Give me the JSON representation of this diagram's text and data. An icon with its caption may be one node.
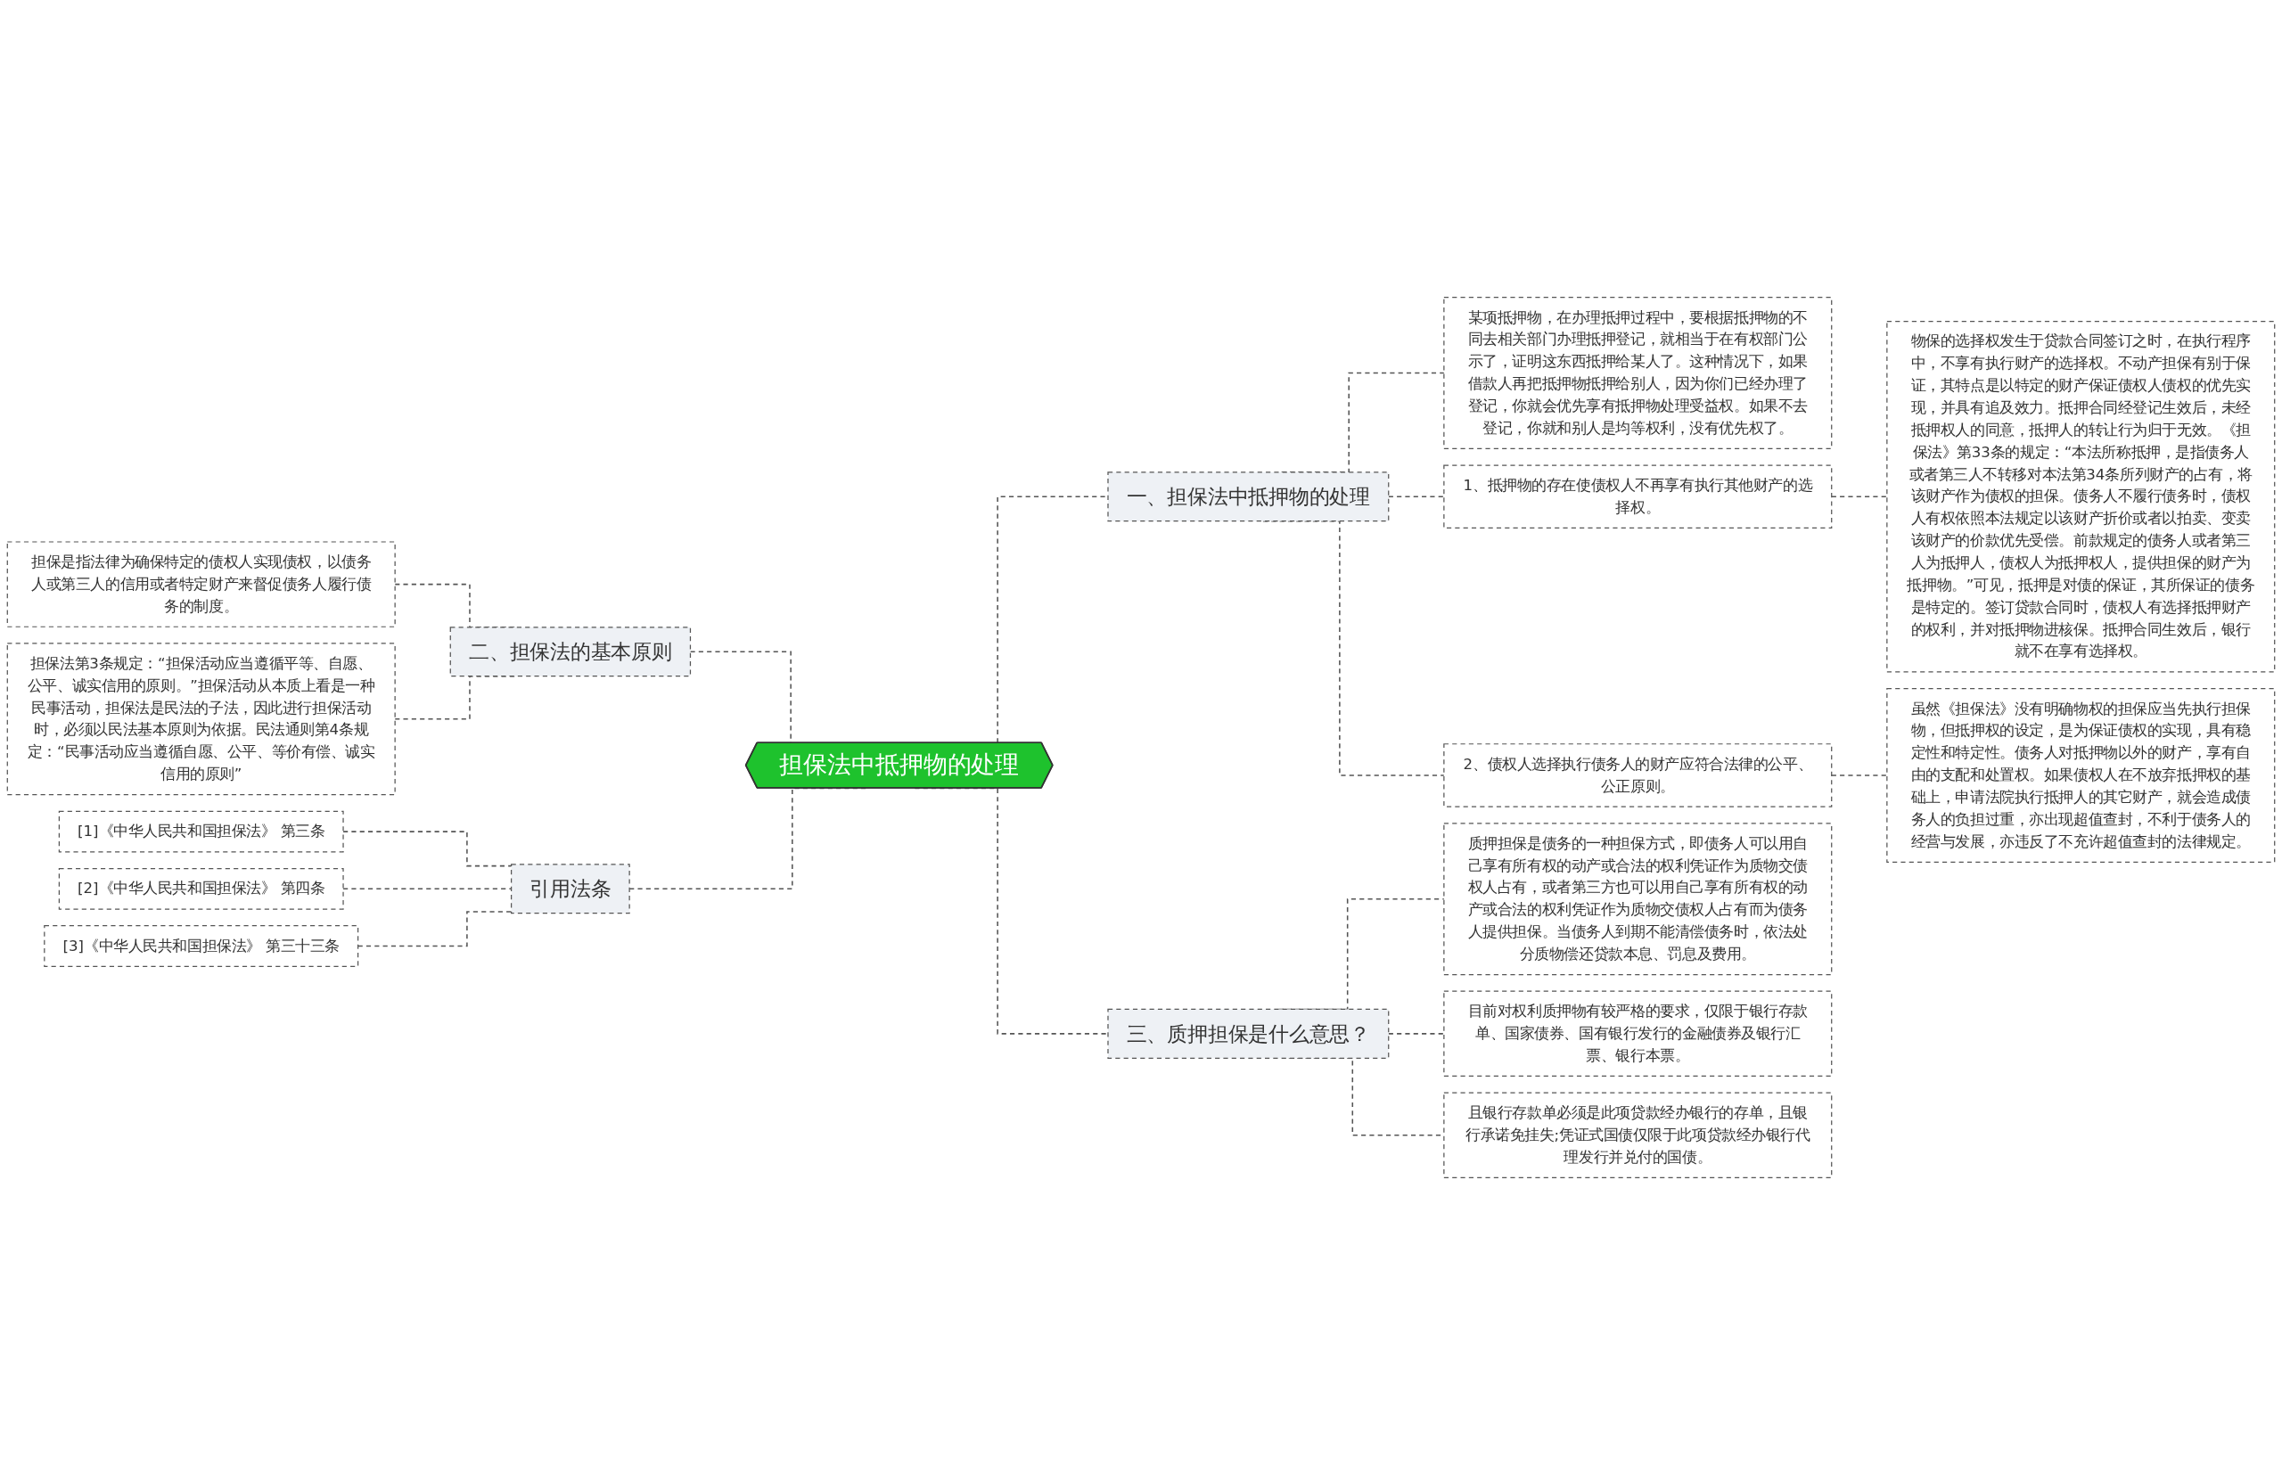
{
  "diagram": {
    "nodes": [
      {
        "text": [
          "担保法中抵押物的处理"
        ]
      },
      {
        "text": [
          "一、担保法中抵押物的处理"
        ]
      },
      {
        "text": [
          "某项抵押物，在办理抵押过程中，要根据抵押物的不同去相关部门办理抵押登记，就相当于在有权部门公示了，证明这东西抵押给某人了。这种情况下，如果借款人再把抵押物抵押给别人，因为你们已经办理了登记，你就会优先享有抵押物处理受益权。如果不去登记，你就和别人是均等权利，没有优先权了。"
        ]
      },
      {
        "text": [
          "1、抵押物的存在使债权人不再享有执行其他财产的选择权。"
        ]
      },
      {
        "text": [
          "物保的选择权发生于贷款合同签订之时，在执行程序中，不享有执行财产的选择权。不动产担保有别于保证，其特点是以特定的财产保证债权人债权的优先实现，并具有追及效力。抵押合同经登记生效后，未经抵押权人的同意，抵押人的转让行为归于无效。《担保法》第33条的规定：“本法所称抵押，是指债务人或者第三人不转移对本法第34条所列财产的占有，将该财产作为债权的担保。债务人不履行债务时，债权人有权依照本法规定以该财产折价或者以拍卖、变卖该财产的价款优先受偿。前款规定的债务人或者第三人为抵押人，债权人为抵押权人，提供担保的财产为抵押物。”可见，抵押是对债的保证，其所保证的债务是特定的。签订贷款合同时，债权人有选择抵押财产的权利，并对抵押物进核保。抵押合同生效后，银行就不在享有选择权。"
        ]
      },
      {
        "text": [
          "2、债权人选择执行债务人的财产应符合法律的公平、公正原则。"
        ]
      },
      {
        "text": [
          "虽然《担保法》没有明确物权的担保应当先执行担保物，但抵押权的设定，是为保证债权的实现，具有稳定性和特定性。债务人对抵押物以外的财产，享有自由的支配和处置权。如果债权人在不放弃抵押权的基础上，申请法院执行抵押人的其它财产，就会造成债务人的负担过重，亦出现超值查封，不利于债务人的经营与发展，亦违反了不充许超值查封的法律规定。"
        ]
      },
      {
        "text": [
          "三、质押担保是什么意思？"
        ]
      },
      {
        "text": [
          "质押担保是债务的一种担保方式，即债务人可以用自己享有所有权的动产或合法的权利凭证作为质物交债权人占有，或者第三方也可以用自己享有所有权的动产或合法的权利凭证作为质物交债权人占有而为债务人提供担保。当债务人到期不能清偿债务时，依法处分质物偿还贷款本息、罚息及费用。"
        ]
      },
      {
        "text": [
          "目前对权利质押物有较严格的要求，仅限于银行存款单、国家债券、国有银行发行的金融债券及银行汇票、银行本票。"
        ]
      },
      {
        "text": [
          "且银行存款单必须是此项贷款经办银行的存单，且银行承诺免挂失;凭证式国债仅限于此项贷款经办银行代理发行并兑付的国债。"
        ]
      },
      {
        "text": [
          "二、担保法的基本原则"
        ]
      },
      {
        "text": [
          "担保是指法律为确保特定的债权人实现债权，以债务人或第三人的信用或者特定财产来督促债务人履行债务的制度。"
        ]
      },
      {
        "text": [
          "担保法第3条规定：“担保活动应当遵循平等、自愿、公平、诚实信用的原则。”担保活动从本质上看是一种民事活动，担保法是民法的子法，因此进行担保活动时，必须以民法基本原则为依据。民法通则第4条规定：“民事活动应当遵循自愿、公平、等价有偿、诚实信用的原则”"
        ]
      },
      {
        "text": [
          "引用法条"
        ]
      },
      {
        "text": [
          "[1]《中华人民共和国担保法》 第三条"
        ]
      },
      {
        "text": [
          "[2]《中华人民共和国担保法》 第四条"
        ]
      },
      {
        "text": [
          "[3]《中华人民共和国担保法》 第三十三条"
        ]
      }
    ],
    "edges": [
      {
        "from": 0,
        "to": 1,
        "arrow": "none",
        "style": "dashed"
      },
      {
        "from": 1,
        "to": 2,
        "arrow": "none",
        "style": "dashed"
      },
      {
        "from": 1,
        "to": 3,
        "arrow": "none",
        "style": "dashed"
      },
      {
        "from": 3,
        "to": 4,
        "arrow": "none",
        "style": "dashed"
      },
      {
        "from": 1,
        "to": 5,
        "arrow": "none",
        "style": "dashed"
      },
      {
        "from": 5,
        "to": 6,
        "arrow": "none",
        "style": "dashed"
      },
      {
        "from": 0,
        "to": 7,
        "arrow": "none",
        "style": "dashed"
      },
      {
        "from": 7,
        "to": 8,
        "arrow": "none",
        "style": "dashed"
      },
      {
        "from": 7,
        "to": 9,
        "arrow": "none",
        "style": "dashed"
      },
      {
        "from": 7,
        "to": 10,
        "arrow": "none",
        "style": "dashed"
      },
      {
        "from": 11,
        "to": 0,
        "arrow": "none",
        "style": "dashed"
      },
      {
        "from": 12,
        "to": 11,
        "arrow": "none",
        "style": "dashed"
      },
      {
        "from": 13,
        "to": 11,
        "arrow": "none",
        "style": "dashed"
      },
      {
        "from": 14,
        "to": 0,
        "arrow": "none",
        "style": "dashed"
      },
      {
        "from": 15,
        "to": 14,
        "arrow": "none",
        "style": "dashed"
      },
      {
        "from": 16,
        "to": 14,
        "arrow": "none",
        "style": "dashed"
      },
      {
        "from": 17,
        "to": 14,
        "arrow": "none",
        "style": "dashed"
      }
    ]
  }
}
